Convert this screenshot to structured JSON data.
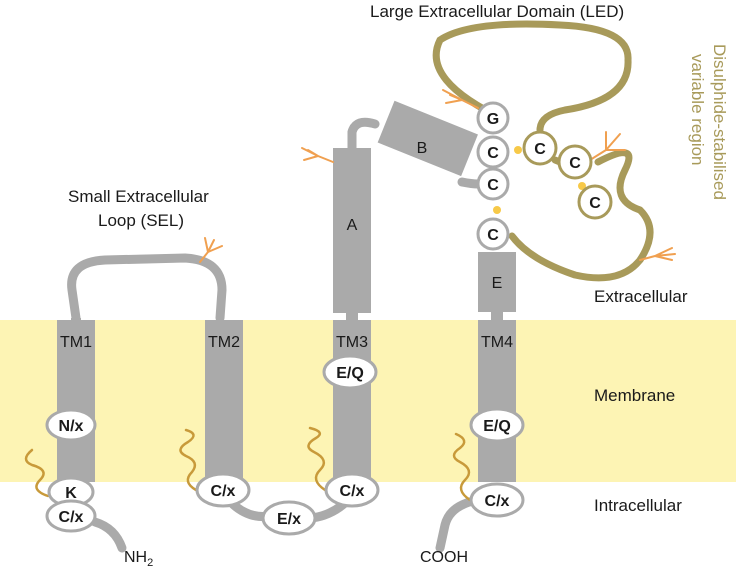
{
  "titles": {
    "led": "Large Extracellular Domain (LED)",
    "sel_line1": "Small Extracellular",
    "sel_line2": "Loop (SEL)",
    "variable_line1": "Disulphide-stabilised",
    "variable_line2": "variable region"
  },
  "regions": {
    "extracellular": "Extracellular",
    "membrane": "Membrane",
    "intracellular": "Intracellular"
  },
  "segments": {
    "tm1": "TM1",
    "tm2": "TM2",
    "tm3": "TM3",
    "tm4": "TM4",
    "a": "A",
    "b": "B",
    "e": "E"
  },
  "termini": {
    "n": "NH",
    "n_sub": "2",
    "c": "COOH"
  },
  "residues": {
    "tm1_nx": "N/x",
    "tm1_k": "K",
    "tm1_cx": "C/x",
    "tm2_cx": "C/x",
    "loop_ex": "E/x",
    "tm3_eq": "E/Q",
    "tm3_cx": "C/x",
    "tm4_eq": "E/Q",
    "tm4_cx": "C/x",
    "led_g": "G",
    "led_c1": "C",
    "led_c2": "C",
    "led_c3": "C",
    "var_c1": "C",
    "var_c2": "C",
    "var_c3": "C"
  },
  "colors": {
    "membrane": "#fdf4b4",
    "protein": "#aaaaaa",
    "variable_loop": "#a89a5a",
    "glycan": "#f0a050",
    "palmitoyl": "#c89a3a",
    "disulphide_dot": "#f7c948",
    "variable_text": "#a89a5a"
  }
}
